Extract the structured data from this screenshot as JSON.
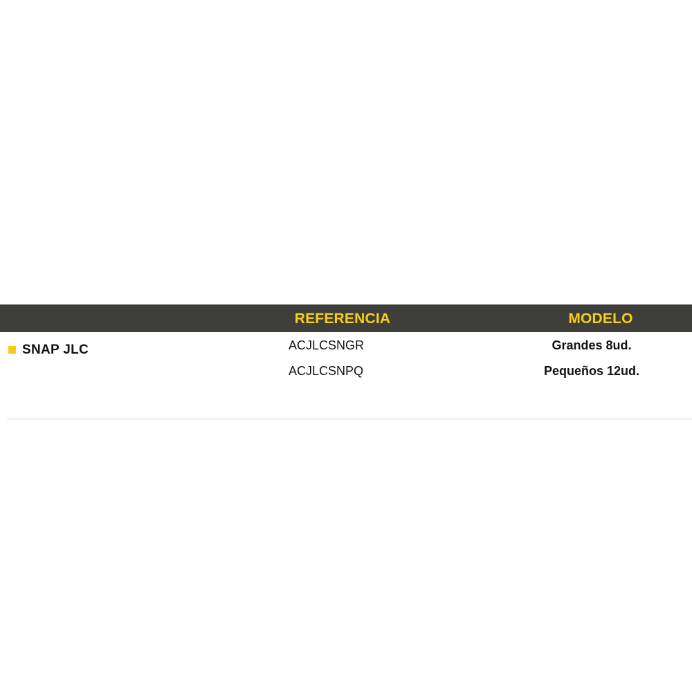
{
  "colors": {
    "header_bg": "#3E3E3A",
    "header_text": "#F7CF18",
    "bullet": "#F5CC14",
    "body_text": "#131313",
    "divider": "#D6D6D6",
    "page_bg": "#FFFFFF"
  },
  "table": {
    "columns": [
      {
        "key": "product",
        "label": "",
        "align": "left"
      },
      {
        "key": "referencia",
        "label": "REFERENCIA",
        "align": "center"
      },
      {
        "key": "modelo",
        "label": "MODELO",
        "align": "center"
      }
    ],
    "product": {
      "name": "SNAP JLC",
      "bullet_icon": "square-bullet-icon"
    },
    "rows": [
      {
        "referencia": "ACJLCSNGR",
        "modelo": "Grandes 8ud."
      },
      {
        "referencia": "ACJLCSNPQ",
        "modelo": "Pequeños 12ud."
      }
    ]
  }
}
